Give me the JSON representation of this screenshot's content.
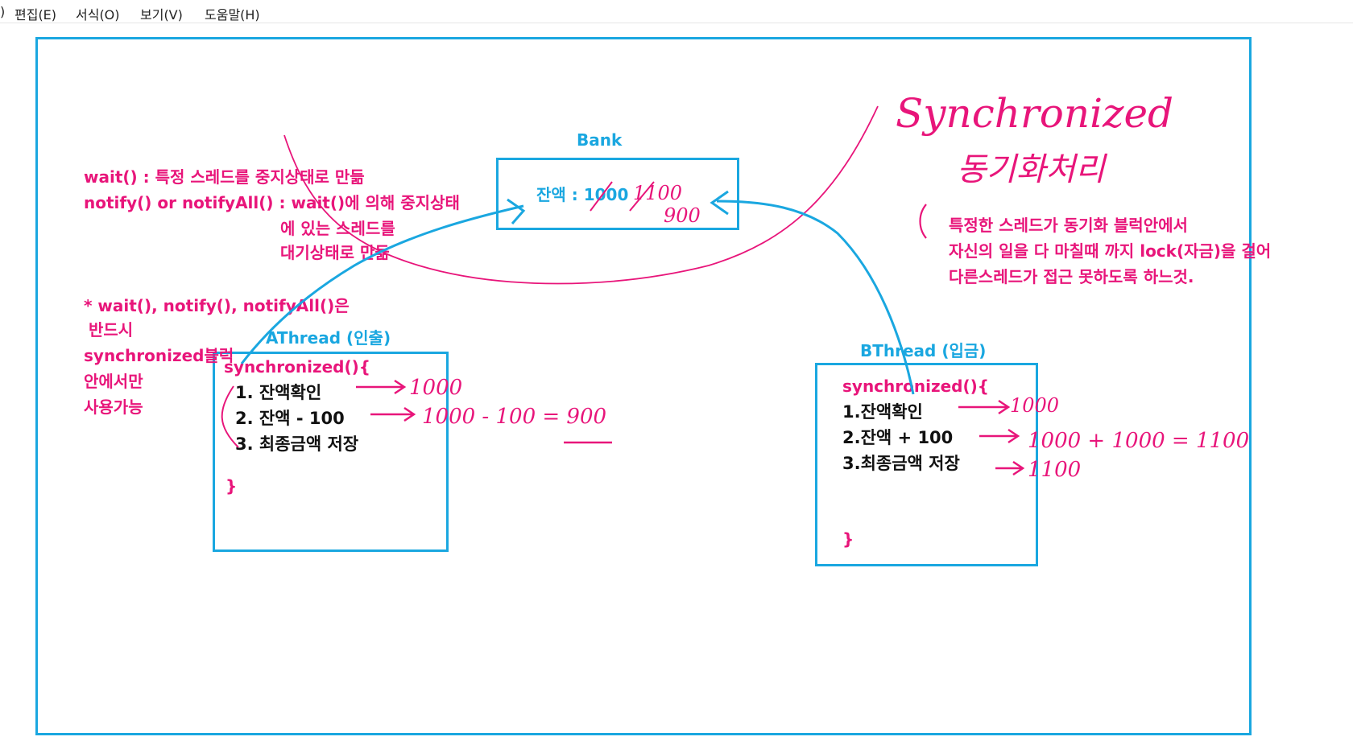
{
  "menu": {
    "items": [
      {
        "label": ")"
      },
      {
        "label": "편집(E)"
      },
      {
        "label": "서식(O)"
      },
      {
        "label": "보기(V)"
      },
      {
        "label": "도움말(H)"
      }
    ]
  },
  "left_notes": {
    "wait_line": "wait() : 특정 스레드를 중지상태로 만듦",
    "notify_line1": "notify() or notifyAll() : wait()에 의해 중지상태",
    "notify_line2": "에 있는 스레드를",
    "notify_line3": "대기상태로 만듦",
    "warn_line1": "* wait(), notify(), notifyAll()은",
    "warn_line2": "반드시",
    "warn_line3": "synchronized블럭",
    "warn_line4": "안에서만",
    "warn_line5": "사용가능"
  },
  "bank": {
    "title": "Bank",
    "balance": "잔액 : 1000",
    "hand_1100": "1100",
    "hand_900": "900"
  },
  "athread": {
    "title": "AThread (인출)",
    "sync": "synchronized(){",
    "step1": "1. 잔액확인",
    "step2": "2. 잔액 - 100",
    "step3": "3. 최종금액 저장",
    "close": "}",
    "hand1": "1000",
    "hand2": "1000 - 100 = 900"
  },
  "bthread": {
    "title": "BThread (입금)",
    "sync": "synchronized(){",
    "step1": "1.잔액확인",
    "step2": "2.잔액 + 100",
    "step3": "3.최종금액 저장",
    "close": "}",
    "hand1": "1000",
    "hand2": "1000 + 1000 = 1100",
    "hand3": "1100"
  },
  "right_notes": {
    "hand_title": "Synchronized",
    "hand_subtitle": "동기화처리",
    "line1": "특정한 스레드가 동기화 블럭안에서",
    "line2": "자신의 일을 다 마칠때 까지 lock(자금)을 걸어",
    "line3": "다른스레드가 접근 못하도록 하느것."
  },
  "colors": {
    "accent_blue": "#1aa7e0",
    "annotation_pink": "#e8157a",
    "text_black": "#111111"
  }
}
